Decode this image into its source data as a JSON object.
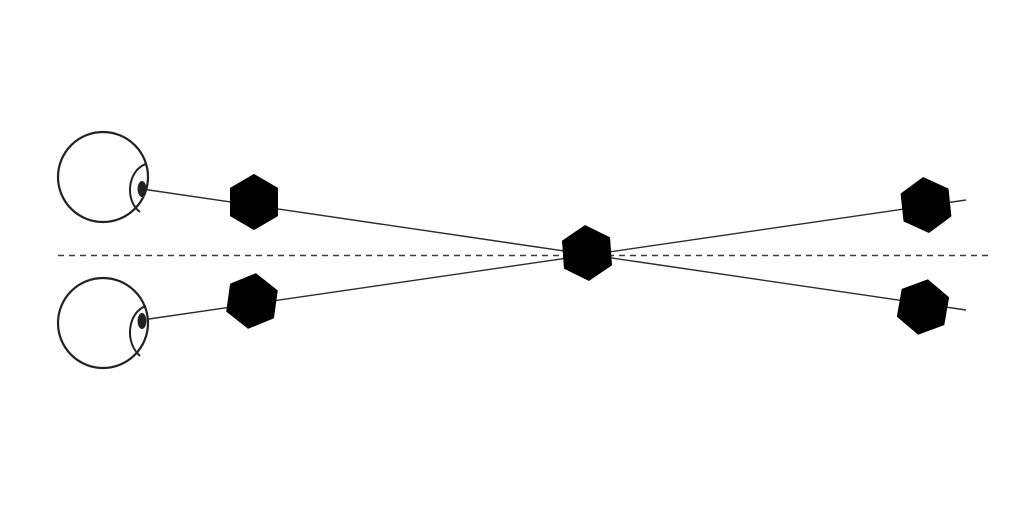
{
  "diagram": {
    "colors": {
      "background": "#ffffff",
      "line": "#2b2b2b",
      "eye_outline": "#222222",
      "blue_object": "#2a9ad6",
      "red_object": "#d9272b",
      "green_object": "#25c45f"
    },
    "objects": [
      {
        "id": "eye-top",
        "kind": "eye-icon"
      },
      {
        "id": "eye-bottom",
        "kind": "eye-icon"
      },
      {
        "id": "blue-near-top",
        "kind": "icosahedron",
        "color": "blue"
      },
      {
        "id": "blue-near-bottom",
        "kind": "icosahedron",
        "color": "blue"
      },
      {
        "id": "red-center",
        "kind": "icosahedron",
        "color": "red"
      },
      {
        "id": "green-far-top",
        "kind": "icosahedron",
        "color": "green"
      },
      {
        "id": "green-far-bottom",
        "kind": "icosahedron",
        "color": "green"
      }
    ],
    "midline": "dashed"
  }
}
